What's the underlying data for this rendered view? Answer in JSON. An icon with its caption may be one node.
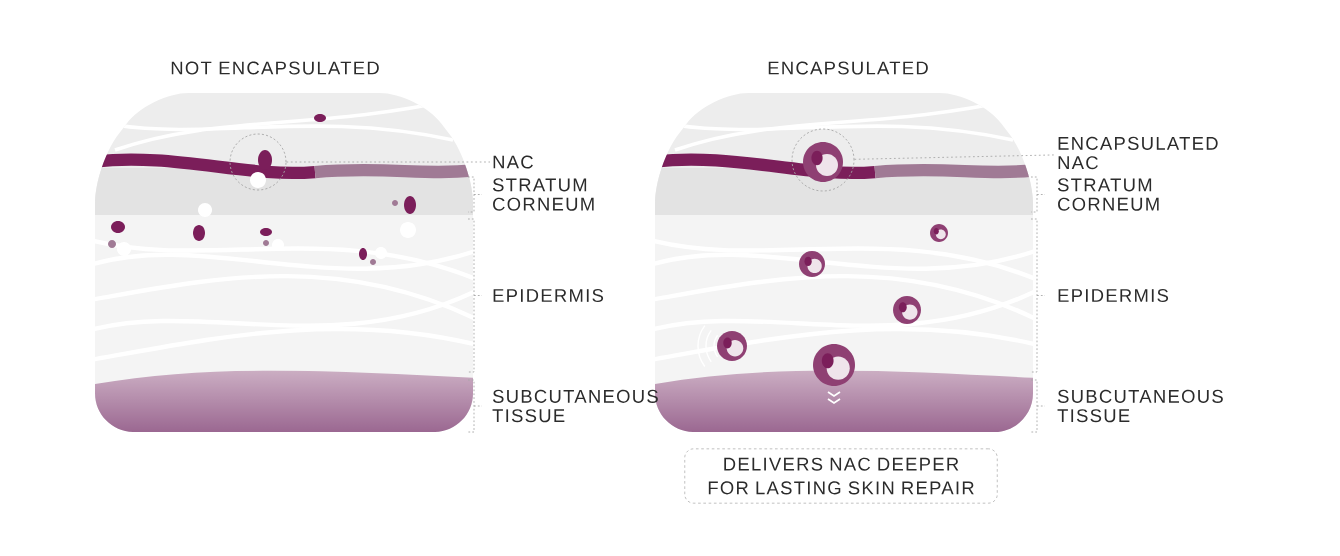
{
  "diagram": {
    "nodes": [
      {
        "text": [
          "NOT ENCAPSULATED"
        ]
      },
      {
        "text": [],
        "shape": "circle",
        "in": 0
      },
      {
        "text": [
          "NAC"
        ]
      },
      {
        "text": [
          "ENCAPSULATED"
        ]
      },
      {
        "text": [],
        "shape": "circle",
        "in": 3
      },
      {
        "text": [
          "ENCAPSULATED NAC"
        ]
      },
      {
        "text": [
          "DELIVERS NAC DEEPER FOR LASTING SKIN REPAIR"
        ]
      }
    ],
    "edges": [
      {
        "from": 1,
        "to": 2,
        "arrow": "none",
        "style": "dashed"
      },
      {
        "from": 4,
        "to": 5,
        "arrow": "none",
        "style": "dashed"
      }
    ],
    "labels": [
      "STRATUM CORNEUM",
      "EPIDERMIS",
      "SUBCUTANEOUS TISSUE",
      "STRATUM CORNEUM",
      "EPIDERMIS",
      "SUBCUTANEOUS TISSUE"
    ]
  }
}
